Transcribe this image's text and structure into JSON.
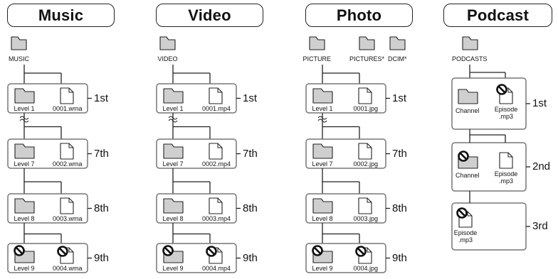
{
  "columns": [
    {
      "title": "Music",
      "top_folders": [
        "MUSIC"
      ],
      "levels": [
        {
          "folder": "Level 1",
          "file": "0001.wma",
          "ordinal": "1st",
          "blocked_folder": false,
          "blocked_file": false
        },
        {
          "folder": "Level 7",
          "file": "0002.wma",
          "ordinal": "7th",
          "blocked_folder": false,
          "blocked_file": false
        },
        {
          "folder": "Level 8",
          "file": "0003.wma",
          "ordinal": "8th",
          "blocked_folder": false,
          "blocked_file": false
        },
        {
          "folder": "Level 9",
          "file": "0004.wma",
          "ordinal": "9th",
          "blocked_folder": true,
          "blocked_file": true
        }
      ]
    },
    {
      "title": "Video",
      "top_folders": [
        "VIDEO"
      ],
      "levels": [
        {
          "folder": "Level 1",
          "file": "0001.mp4",
          "ordinal": "1st",
          "blocked_folder": false,
          "blocked_file": false
        },
        {
          "folder": "Level 7",
          "file": "0002.mp4",
          "ordinal": "7th",
          "blocked_folder": false,
          "blocked_file": false
        },
        {
          "folder": "Level 8",
          "file": "0003.mp4",
          "ordinal": "8th",
          "blocked_folder": false,
          "blocked_file": false
        },
        {
          "folder": "Level 9",
          "file": "0004.mp4",
          "ordinal": "9th",
          "blocked_folder": true,
          "blocked_file": true
        }
      ]
    },
    {
      "title": "Photo",
      "top_folders": [
        "PICTURE",
        "PICTURES*",
        "DCIM*"
      ],
      "levels": [
        {
          "folder": "Level 1",
          "file": "0001.jpg",
          "ordinal": "1st",
          "blocked_folder": false,
          "blocked_file": false
        },
        {
          "folder": "Level 7",
          "file": "0002.jpg",
          "ordinal": "7th",
          "blocked_folder": false,
          "blocked_file": false
        },
        {
          "folder": "Level 8",
          "file": "0003.jpg",
          "ordinal": "8th",
          "blocked_folder": false,
          "blocked_file": false
        },
        {
          "folder": "Level 9",
          "file": "0004.jpg",
          "ordinal": "9th",
          "blocked_folder": true,
          "blocked_file": true
        }
      ]
    }
  ],
  "podcast": {
    "title": "Podcast",
    "top_folder": "PODCASTS",
    "levels": [
      {
        "folder": "Channel",
        "file": "Episode .mp3",
        "ordinal": "1st",
        "blocked_folder": false,
        "blocked_file": true
      },
      {
        "folder": "Channel",
        "file": "Episode .mp3",
        "ordinal": "2nd",
        "blocked_folder": true,
        "blocked_file": false
      },
      {
        "folder": "",
        "file": "Episode .mp3",
        "ordinal": "3rd",
        "blocked_folder": false,
        "blocked_file": true
      }
    ]
  }
}
